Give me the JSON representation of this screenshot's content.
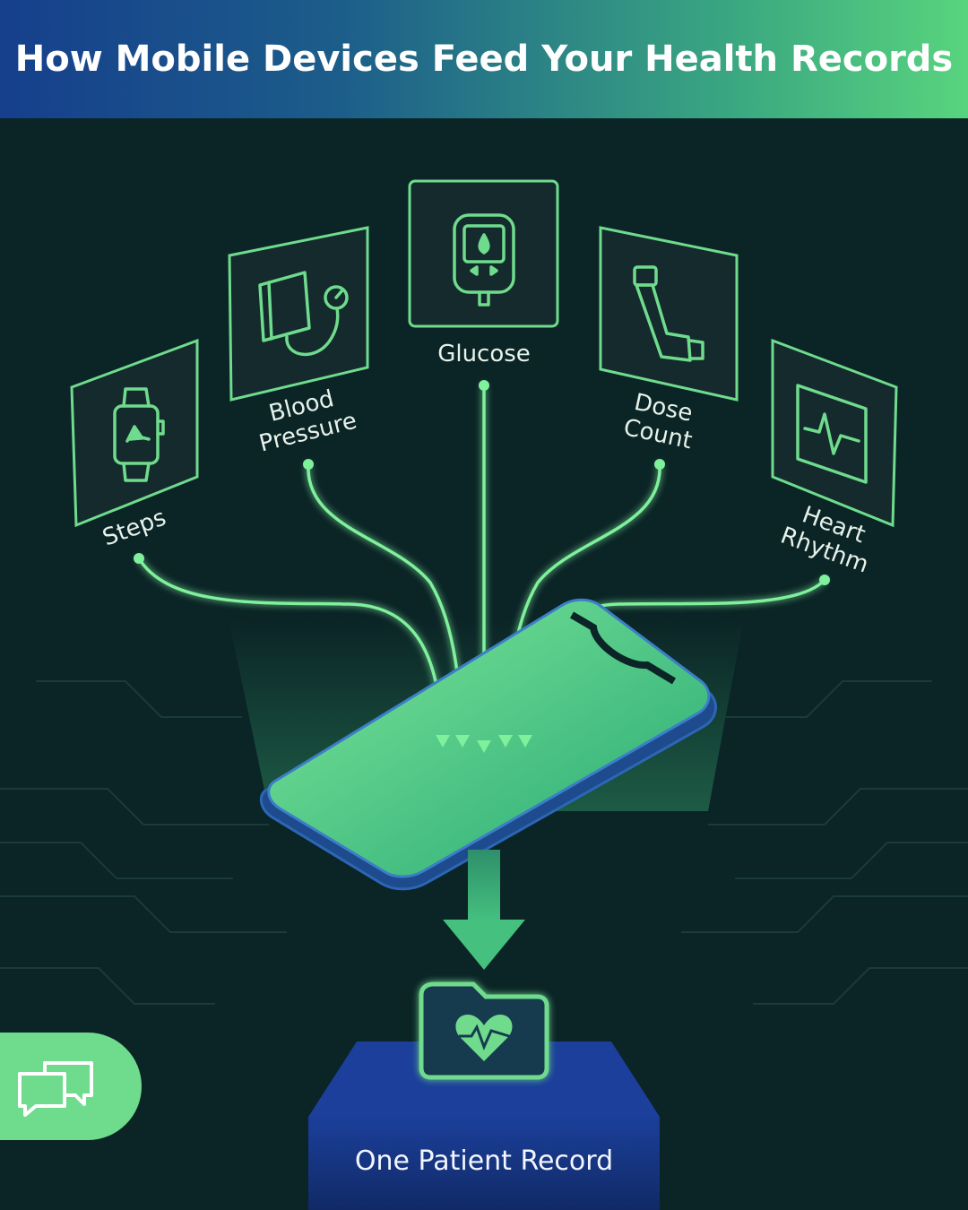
{
  "header": {
    "title": "How Mobile Devices Feed Your Health Records"
  },
  "devices": [
    {
      "id": "steps",
      "label_lines": [
        "Steps"
      ],
      "icon": "smartwatch-icon"
    },
    {
      "id": "blood-pressure",
      "label_lines": [
        "Blood",
        "Pressure"
      ],
      "icon": "blood-pressure-cuff-icon"
    },
    {
      "id": "glucose",
      "label_lines": [
        "Glucose"
      ],
      "icon": "glucose-meter-icon"
    },
    {
      "id": "dose-count",
      "label_lines": [
        "Dose",
        "Count"
      ],
      "icon": "inhaler-icon"
    },
    {
      "id": "heart-rhythm",
      "label_lines": [
        "Heart",
        "Rhythm"
      ],
      "icon": "ecg-monitor-icon"
    }
  ],
  "hub": {
    "icon": "smartphone-icon"
  },
  "record": {
    "label": "One Patient Record",
    "icon": "heart-folder-icon"
  },
  "badge": {
    "icon": "chat-bubbles-icon"
  },
  "colors": {
    "background": "#0b2426",
    "accent_green": "#6fdb8d",
    "phone_screen": "#3fc27e",
    "record_blue": "#17358a",
    "header_start": "#163f8c",
    "header_end": "#58d47e"
  }
}
